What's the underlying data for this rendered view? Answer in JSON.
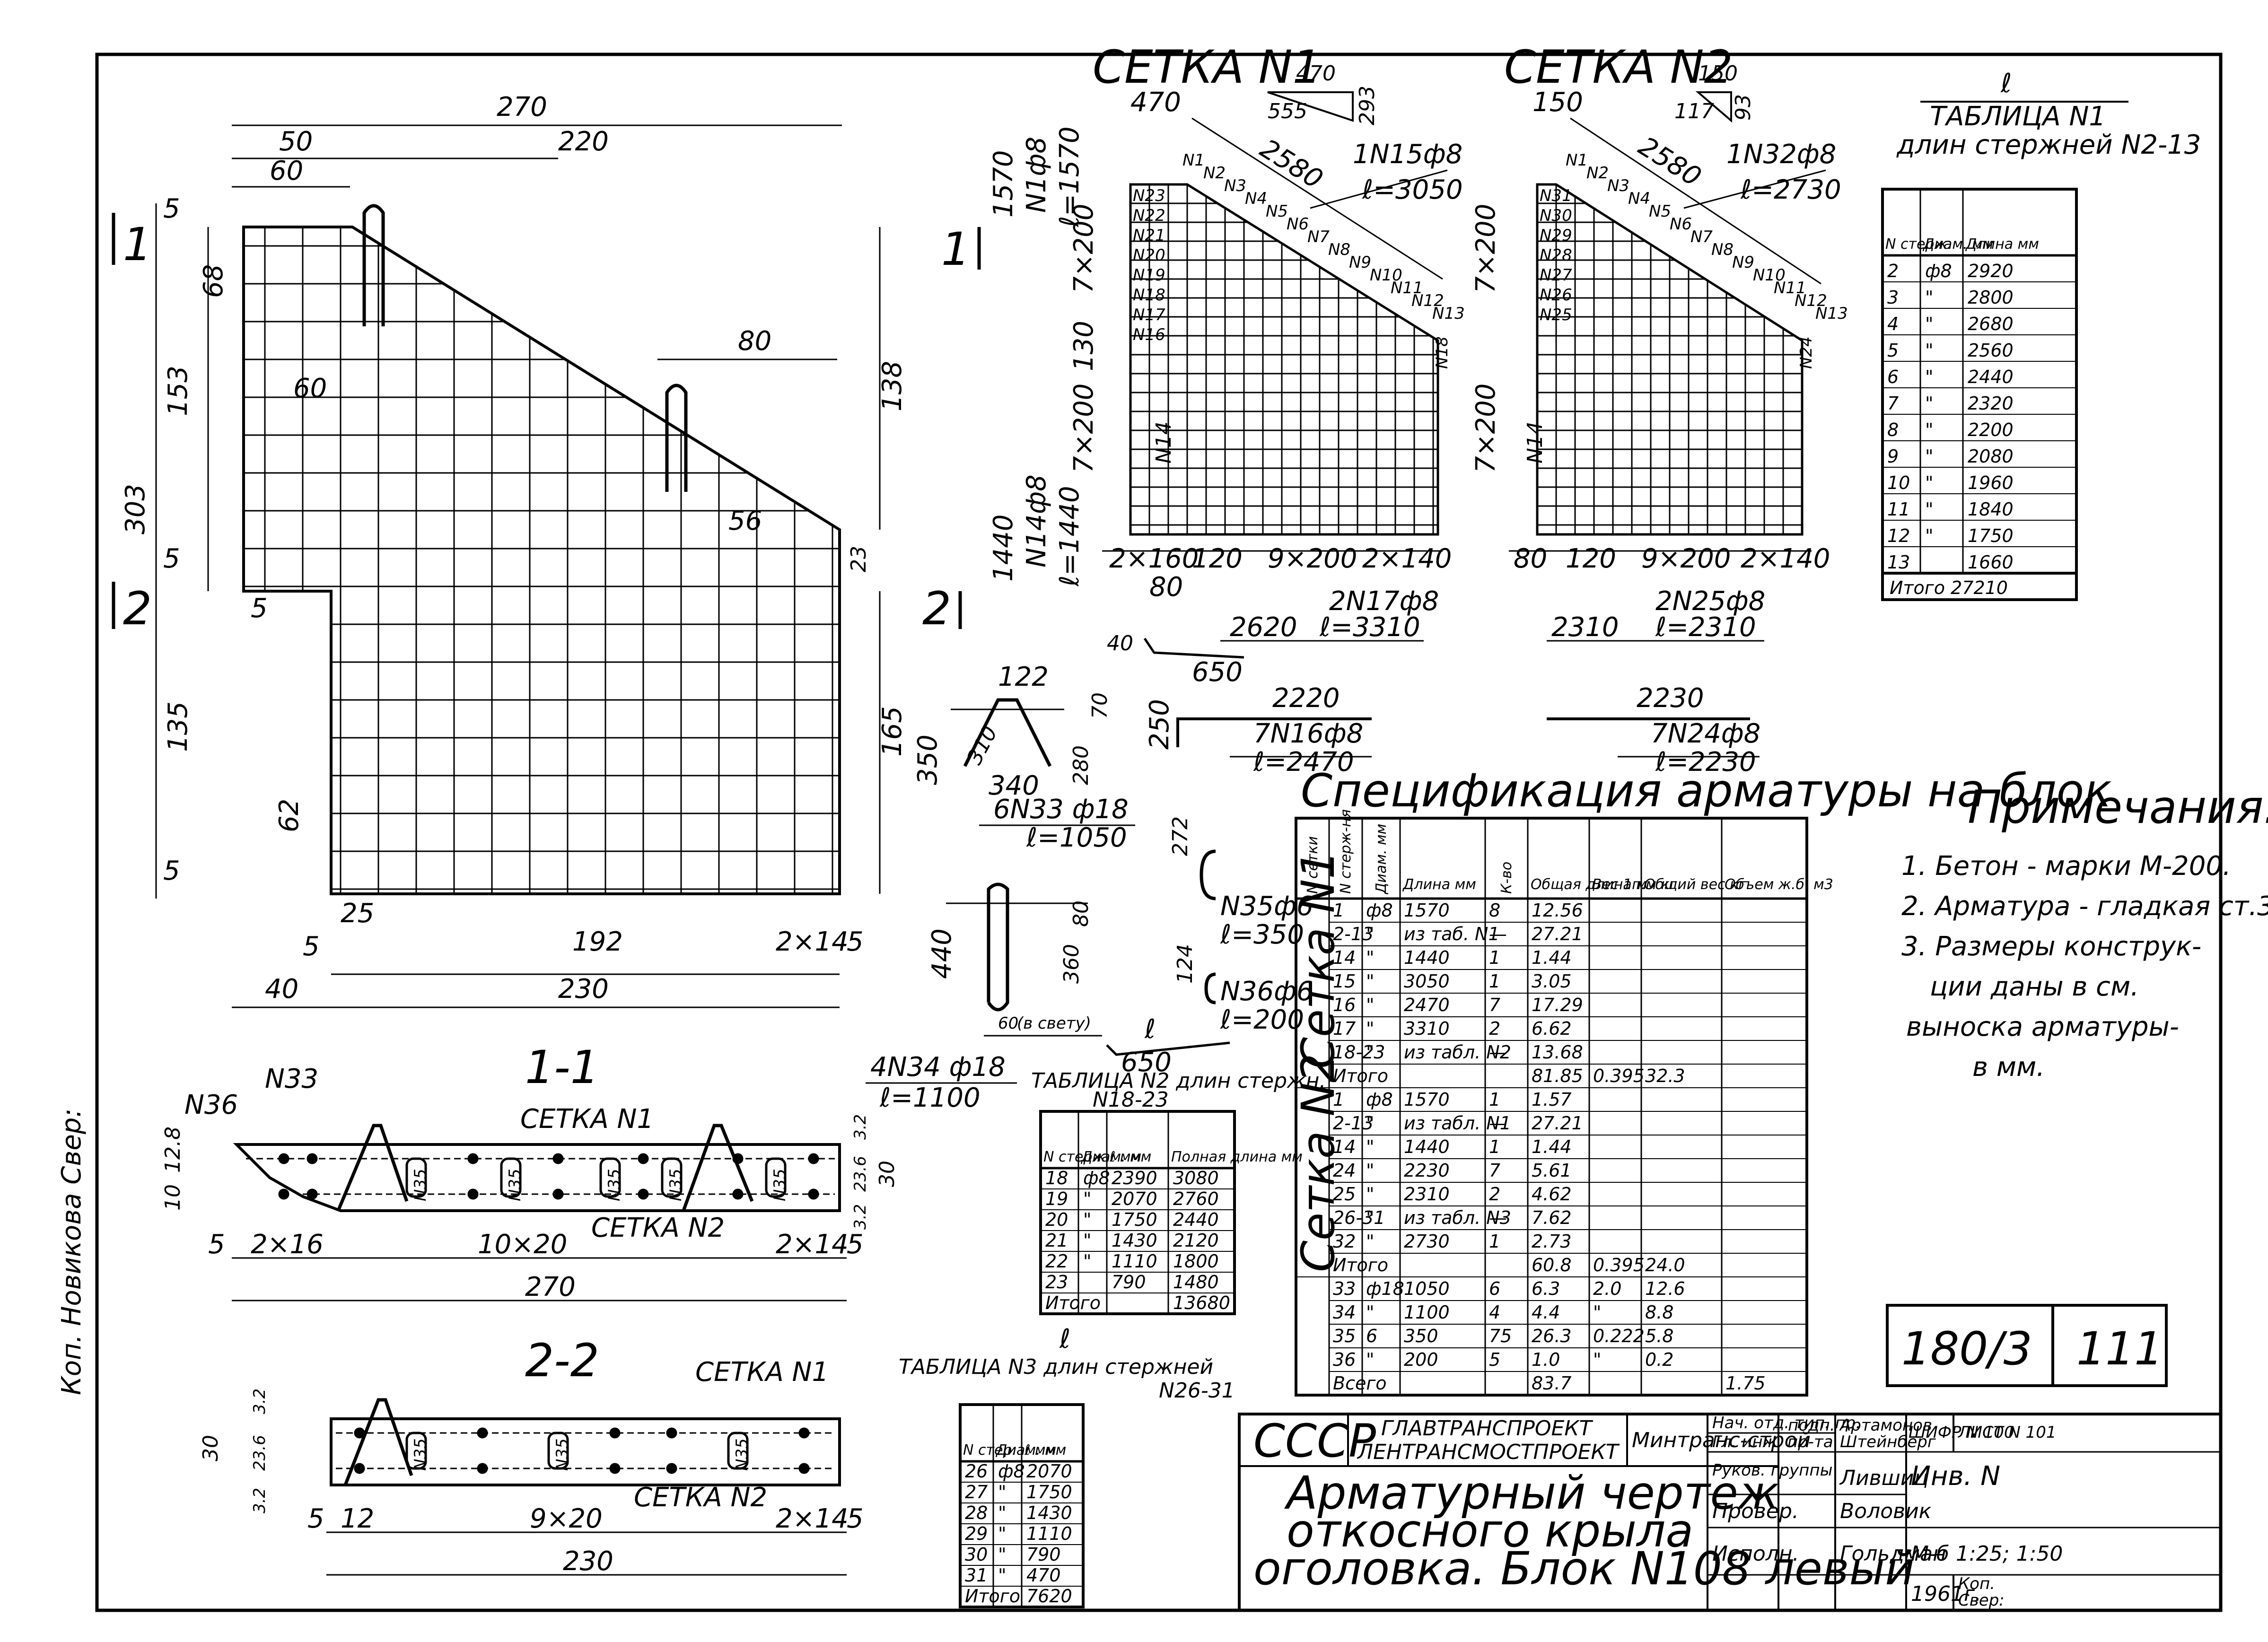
{
  "colors": {
    "ink": "#000000",
    "paper": "#ffffff"
  },
  "main_view": {
    "dims_top": [
      "270",
      "50",
      "220",
      "60"
    ],
    "dims_left": [
      "303",
      "153",
      "68",
      "135",
      "62",
      "5",
      "5",
      "5"
    ],
    "dims_right": [
      "138",
      "165",
      "23"
    ],
    "dims_bottom": [
      "192",
      "2×14",
      "5",
      "25",
      "5",
      "40",
      "230"
    ],
    "inner_dims": [
      "80",
      "60",
      "56",
      "5"
    ],
    "section_marks": [
      "1",
      "2",
      "1",
      "2"
    ]
  },
  "mesh1": {
    "title": "СЕТКА N1",
    "tri": [
      "470",
      "555",
      "293"
    ],
    "top_dims": [
      "470",
      "2580"
    ],
    "bar_label": "1N15ф8",
    "bar_len": "ℓ=3050",
    "left_bar": "N1ф8",
    "left_bar_len": "ℓ=1570",
    "left_bar_val": "1570",
    "left_bar2": "N14ф8",
    "left_bar2_len": "ℓ=1440",
    "left_bar2_val": "1440",
    "side_dims": [
      "7×200",
      "130",
      "7×200"
    ],
    "top_labels": [
      "N1",
      "N2",
      "N3",
      "N4",
      "N5",
      "N6",
      "N7",
      "N8",
      "N9",
      "N10",
      "N11",
      "N12",
      "N13"
    ],
    "row_labels": [
      "N23",
      "N22",
      "N21",
      "N20",
      "N19",
      "N18",
      "N17",
      "N16"
    ],
    "v_label": "N14",
    "right_label": "N18",
    "bottom_dims": [
      "2×160",
      "120",
      "9×200",
      "2×140",
      "80"
    ],
    "bottom_bar": "2N17ф8",
    "bottom_bar_len": "ℓ=3310",
    "bottom_bar_val": "2620",
    "hook": [
      "40",
      "650"
    ],
    "bar16": "7N16ф8",
    "bar16_len": "ℓ=2470",
    "bar16_val": "2220",
    "bar16_hook": "250"
  },
  "mesh2": {
    "title": "СЕТКА N2",
    "tri": [
      "150",
      "117",
      "93"
    ],
    "top_dims": [
      "150",
      "2580"
    ],
    "bar_label": "1N32ф8",
    "bar_len": "ℓ=2730",
    "side_dims": [
      "7×200",
      "7×200"
    ],
    "top_labels": [
      "N1",
      "N2",
      "N3",
      "N4",
      "N5",
      "N6",
      "N7",
      "N8",
      "N9",
      "N10",
      "N11",
      "N12",
      "N13"
    ],
    "row_labels": [
      "N31",
      "N30",
      "N29",
      "N28",
      "N27",
      "N26",
      "N25"
    ],
    "v_label": "N14",
    "right_label": "N24",
    "bottom_dims": [
      "80",
      "120",
      "9×200",
      "2×140"
    ],
    "bottom_bar": "2N25ф8",
    "bottom_bar_len": "ℓ=2310",
    "bottom_bar_val": "2310",
    "bar24": "7N24ф8",
    "bar24_len": "ℓ=2230",
    "bar24_val": "2230"
  },
  "table1": {
    "ell": "ℓ",
    "title": "ТАБЛИЦА N1",
    "subtitle": "длин стержней N2-13",
    "headers": [
      "N стерж.",
      "Диам. мм",
      "Длина мм"
    ],
    "rows": [
      [
        "2",
        "ф8",
        "2920"
      ],
      [
        "3",
        "\"",
        "2800"
      ],
      [
        "4",
        "\"",
        "2680"
      ],
      [
        "5",
        "\"",
        "2560"
      ],
      [
        "6",
        "\"",
        "2440"
      ],
      [
        "7",
        "\"",
        "2320"
      ],
      [
        "8",
        "\"",
        "2200"
      ],
      [
        "9",
        "\"",
        "2080"
      ],
      [
        "10",
        "\"",
        "1960"
      ],
      [
        "11",
        "\"",
        "1840"
      ],
      [
        "12",
        "\"",
        "1750"
      ],
      [
        "13",
        "",
        "1660"
      ]
    ],
    "total": "Итого 27210"
  },
  "stirrup33": {
    "dims": [
      "122",
      "350",
      "310",
      "280",
      "70",
      "340"
    ],
    "label": "6N33 ф18",
    "len": "ℓ=1050"
  },
  "bar35": {
    "dim": "272",
    "label": "N35ф6",
    "len": "ℓ=350"
  },
  "bar36": {
    "dim": "124",
    "label": "N36ф6",
    "len": "ℓ=200"
  },
  "anchor34": {
    "dims": [
      "440",
      "360",
      "80",
      "60",
      "(в свету)"
    ],
    "label": "4N34 ф18",
    "len": "ℓ=1100",
    "hook_ell": "ℓ",
    "hook_val": "650"
  },
  "spec": {
    "title": "Спецификация арматуры на блок",
    "headers": [
      "N сетки",
      "N стерж-ня",
      "Диам. мм",
      "Длина мм",
      "К-во",
      "Общая длина м",
      "Вес 1п.м кг",
      "Общий вес кг",
      "Объем ж.б. м3"
    ],
    "group1": "Сетка N1",
    "group2": "Сетка N2",
    "rows1": [
      [
        "1",
        "ф8",
        "1570",
        "8",
        "12.56"
      ],
      [
        "2-13",
        "\"",
        "из таб. N1",
        "—",
        "27.21"
      ],
      [
        "14",
        "\"",
        "1440",
        "1",
        "1.44"
      ],
      [
        "15",
        "\"",
        "3050",
        "1",
        "3.05"
      ],
      [
        "16",
        "\"",
        "2470",
        "7",
        "17.29"
      ],
      [
        "17",
        "\"",
        "3310",
        "2",
        "6.62"
      ],
      [
        "18-23",
        "\"",
        "из табл. N2",
        "—",
        "13.68"
      ]
    ],
    "total1": [
      "Итого",
      "81.85",
      "0.395",
      "32.3"
    ],
    "rows2": [
      [
        "1",
        "ф8",
        "1570",
        "1",
        "1.57"
      ],
      [
        "2-13",
        "\"",
        "из табл. N1",
        "—",
        "27.21"
      ],
      [
        "14",
        "\"",
        "1440",
        "1",
        "1.44"
      ],
      [
        "24",
        "\"",
        "2230",
        "7",
        "5.61"
      ],
      [
        "25",
        "\"",
        "2310",
        "2",
        "4.62"
      ],
      [
        "26-31",
        "\"",
        "из табл. N3",
        "—",
        "7.62"
      ],
      [
        "32",
        "\"",
        "2730",
        "1",
        "2.73"
      ]
    ],
    "total2": [
      "Итого",
      "60.8",
      "0.395",
      "24.0"
    ],
    "rows3": [
      [
        "33",
        "ф18",
        "1050",
        "6",
        "6.3",
        "2.0",
        "12.6"
      ],
      [
        "34",
        "\"",
        "1100",
        "4",
        "4.4",
        "\"",
        "8.8"
      ],
      [
        "35",
        "6",
        "350",
        "75",
        "26.3",
        "0.222",
        "5.8"
      ],
      [
        "36",
        "\"",
        "200",
        "5",
        "1.0",
        "\"",
        "0.2"
      ]
    ],
    "grand": [
      "Всего",
      "83.7",
      "1.75"
    ]
  },
  "notes": {
    "title": "Примечания:",
    "lines": [
      "1. Бетон - марки М-200.",
      "2. Арматура - гладкая ст.3",
      "3. Размеры конструк-",
      "ции даны в см.",
      "выноска арматуры-",
      "в мм."
    ]
  },
  "table2": {
    "title": "ТАБЛИЦА N2 длин стержн.",
    "subtitle": "N18-23",
    "headers": [
      "N стерж",
      "Диам. мм",
      "ℓ мм",
      "Полная длина мм"
    ],
    "rows": [
      [
        "18",
        "ф8",
        "2390",
        "3080"
      ],
      [
        "19",
        "\"",
        "2070",
        "2760"
      ],
      [
        "20",
        "\"",
        "1750",
        "2440"
      ],
      [
        "21",
        "\"",
        "1430",
        "2120"
      ],
      [
        "22",
        "\"",
        "1110",
        "1800"
      ],
      [
        "23",
        "",
        "790",
        "1480"
      ]
    ],
    "total": [
      "Итого",
      "13680"
    ]
  },
  "table3": {
    "ell": "ℓ",
    "title": "ТАБЛИЦА N3 длин стержней",
    "subtitle": "N26-31",
    "headers": [
      "N стер.",
      "Диам. мм",
      "ℓ мм"
    ],
    "rows": [
      [
        "26",
        "ф8",
        "2070"
      ],
      [
        "27",
        "\"",
        "1750"
      ],
      [
        "28",
        "\"",
        "1430"
      ],
      [
        "29",
        "\"",
        "1110"
      ],
      [
        "30",
        "\"",
        "790"
      ],
      [
        "31",
        "\"",
        "470"
      ]
    ],
    "total": [
      "Итого",
      "7620"
    ]
  },
  "section1": {
    "title": "1-1",
    "labels": [
      "N36",
      "N33",
      "СЕТКА N1",
      "СЕТКА N2",
      "N35",
      "N35",
      "N35",
      "N35",
      "N35"
    ],
    "left_dims": [
      "12.8",
      "10",
      "5",
      "2×16"
    ],
    "right_dims": [
      "3.2",
      "23.6",
      "30",
      "3.2",
      "2×14",
      "5"
    ],
    "bottom_dims": [
      "10×20",
      "270"
    ]
  },
  "section2": {
    "title": "2-2",
    "labels": [
      "СЕТКА N1",
      "СЕТКА N2",
      "N35",
      "N35",
      "N35"
    ],
    "left_dims": [
      "30",
      "3.2",
      "23.6",
      "3.2",
      "5",
      "12"
    ],
    "bottom_dims": [
      "9×20",
      "2×14",
      "5",
      "230"
    ]
  },
  "side_text": "Коп. Новикова  Свер:",
  "sheet_code": [
    "180/3",
    "111"
  ],
  "title_block": {
    "org": "СССР",
    "org2": "ГЛАВТРАНСПРОЕКТ",
    "org3": "ЛЕНТРАНСМОСТПРОЕКТ",
    "ministry": "Минтранс-строй",
    "title_lines": [
      "Арматурный чертеж",
      "откосного крыла",
      "оголовка. Блок N108 левый"
    ],
    "roles": [
      "Нач. отд. тип. пр.",
      "Гл. инж. пр-та",
      "Руков. группы",
      "Провер.",
      "Исполн."
    ],
    "sign_head": "подп.",
    "names": [
      "Артамонов",
      "Штейнберг",
      "Лившиц",
      "Воловик",
      "Гольдман"
    ],
    "cipher": "ШИФР N 100",
    "sheet": "ЛИСТ N 101",
    "inv": "Инв. N",
    "scale": "М-б 1:25; 1:50",
    "year": "1961г.",
    "kop": "Коп.",
    "sver": "Свер:"
  }
}
